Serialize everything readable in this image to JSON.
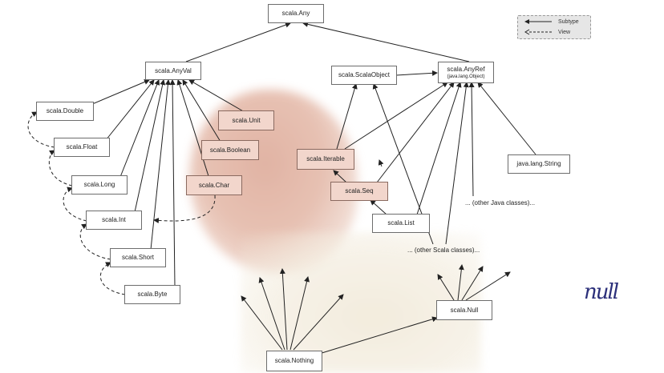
{
  "legend": {
    "subtype_label": "Subtype",
    "view_label": "View"
  },
  "nodes": {
    "any": "scala.Any",
    "anyval": "scala.AnyVal",
    "anyref": "scala.AnyRef",
    "anyref_sub": "(java.lang.Object)",
    "scalaobject": "scala.ScalaObject",
    "double": "scala.Double",
    "float": "scala.Float",
    "long": "scala.Long",
    "int": "scala.Int",
    "short": "scala.Short",
    "byte": "scala.Byte",
    "unit": "scala.Unit",
    "boolean": "scala.Boolean",
    "char": "scala.Char",
    "iterable": "scala.Iterable",
    "seq": "scala.Seq",
    "list": "scala.List",
    "string": "java.lang.String",
    "null": "scala.Null",
    "nothing": "scala.Nothing"
  },
  "labels": {
    "other_java": "... (other Java classes)...",
    "other_scala": "... (other Scala classes)..."
  },
  "handwriting": "null"
}
